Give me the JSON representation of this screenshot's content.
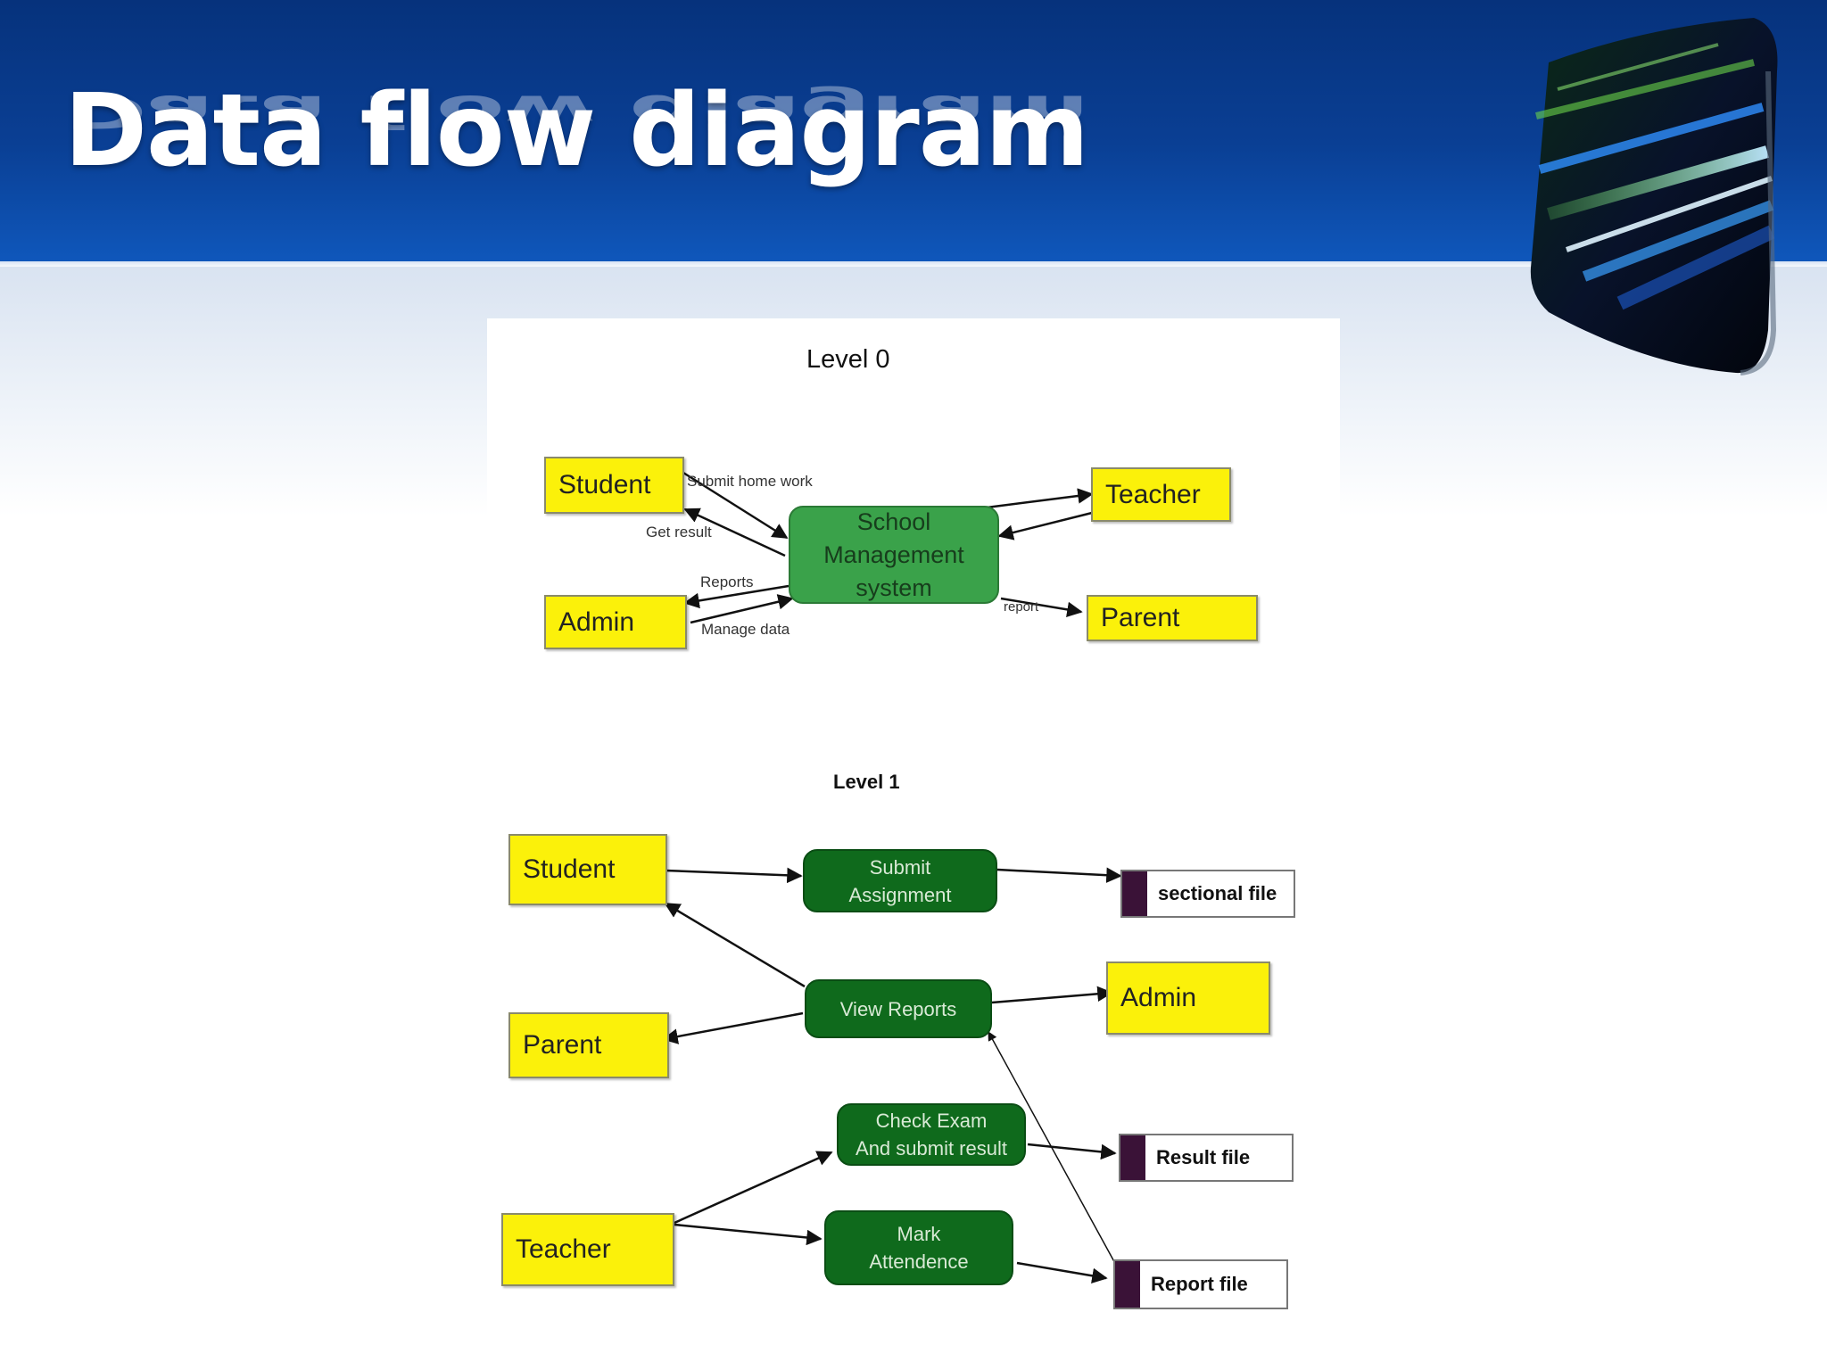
{
  "slide": {
    "title": "Data flow diagram"
  },
  "level0": {
    "heading": "Level 0",
    "entities": {
      "student": "Student",
      "admin": "Admin",
      "teacher": "Teacher",
      "parent": "Parent"
    },
    "process_lines": [
      "School",
      "Management",
      "system"
    ],
    "flows": {
      "submit_home_work": "Submit home work",
      "get_result": "Get result",
      "reports": "Reports",
      "manage_data": "Manage data",
      "report": "report"
    }
  },
  "level1": {
    "heading": "Level 1",
    "entities": {
      "student": "Student",
      "parent": "Parent",
      "teacher": "Teacher",
      "admin": "Admin"
    },
    "processes": {
      "submit_assignment": [
        "Submit",
        "Assignment"
      ],
      "view_reports": [
        "View Reports"
      ],
      "check_exam": [
        "Check Exam",
        "And submit result"
      ],
      "mark_attendence": [
        "Mark",
        "Attendence"
      ]
    },
    "stores": {
      "sectional_file": "sectional file",
      "result_file": "Result file",
      "report_file": "Report file"
    }
  },
  "colors": {
    "header_blue": "#0a3f94",
    "entity_yellow": "#fbf10a",
    "level0_process_green": "#3aa24a",
    "level1_process_green": "#0f6a1c",
    "store_bar": "#3a1237"
  },
  "icons": {
    "decoration": "light-streak-cube-icon"
  }
}
